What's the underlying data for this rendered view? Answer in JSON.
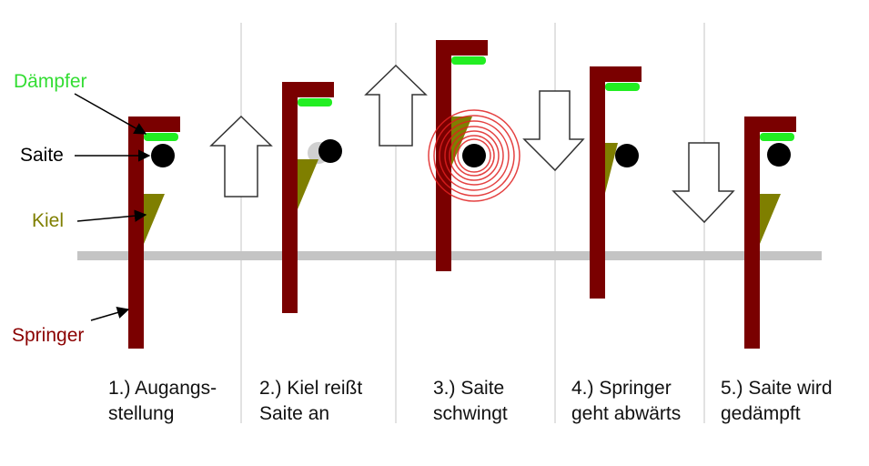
{
  "labels": {
    "damper": "Dämpfer",
    "string": "Saite",
    "plectrum": "Kiel",
    "jack": "Springer"
  },
  "steps": [
    {
      "line1": "1.) Augangs-",
      "line2": "stellung"
    },
    {
      "line1": "2.) Kiel reißt",
      "line2": "Saite an"
    },
    {
      "line1": "3.) Saite",
      "line2": "schwingt"
    },
    {
      "line1": "4.) Springer",
      "line2": "geht abwärts"
    },
    {
      "line1": "5.) Saite wird",
      "line2": "gedämpft"
    }
  ],
  "colors": {
    "jack": "#7a0000",
    "damper": "#22ee22",
    "plectrum": "#7f7f00",
    "string": "#000000",
    "vibration": "#e02020",
    "rail": "#c4c4c4",
    "divider": "#d8d8d8",
    "label_damper": "#33dd33",
    "label_plectrum": "#7f7f00",
    "label_jack": "#8b0000"
  },
  "icons": {
    "up": "arrow-up-icon",
    "down": "arrow-down-icon"
  }
}
